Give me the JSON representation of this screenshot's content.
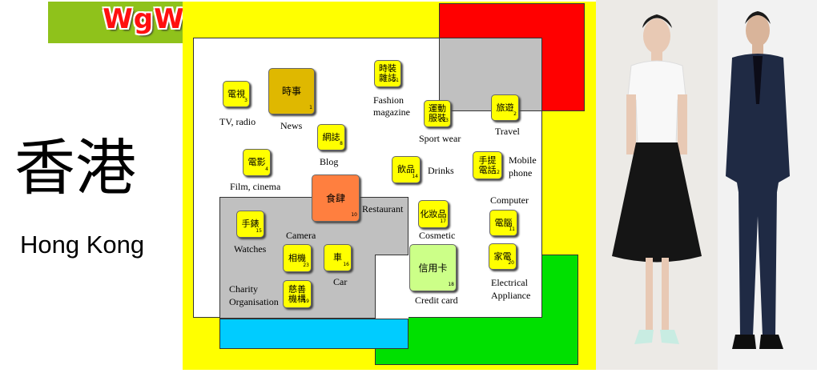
{
  "logo": {
    "text": "WgWgWg.com"
  },
  "city": {
    "chinese": "香港",
    "english": "Hong Kong"
  },
  "colors": {
    "yellow": "#ffff00",
    "red": "#ff0000",
    "green": "#00e000",
    "blue": "#00ccff",
    "gray": "#c0c0c0",
    "news_tile": "#dfb800",
    "restaurant_tile": "#ff7f3f",
    "credit_tile": "#ccff88"
  },
  "tiles": {
    "tv": {
      "zh": "電視",
      "num": "3",
      "label": "TV, radio"
    },
    "news": {
      "zh": "時事",
      "num": "1",
      "label": "News"
    },
    "fashion": {
      "zh": "時裝雜誌",
      "num": "21",
      "label_1": "Fashion",
      "label_2": "magazine"
    },
    "sport": {
      "zh": "運動服裝",
      "num": "13",
      "label": "Sport wear"
    },
    "travel": {
      "zh": "旅遊",
      "num": "2",
      "label": "Travel"
    },
    "blog": {
      "zh": "網誌",
      "num": "8",
      "label": "Blog"
    },
    "film": {
      "zh": "電影",
      "num": "4",
      "label": "Film, cinema"
    },
    "drinks": {
      "zh": "飲品",
      "num": "14",
      "label": "Drinks"
    },
    "mobile": {
      "zh": "手提電話",
      "num": "12",
      "label_1": "Mobile",
      "label_2": "phone"
    },
    "restaurant": {
      "zh": "食肆",
      "num": "10",
      "label": "Restaurant"
    },
    "watches": {
      "zh": "手錶",
      "num": "15",
      "label": "Watches"
    },
    "camera": {
      "zh": "相機",
      "num": "23",
      "label": "Camera"
    },
    "car": {
      "zh": "車",
      "num": "16",
      "label": "Car"
    },
    "cosmetic": {
      "zh": "化妝品",
      "num": "17",
      "label": "Cosmetic"
    },
    "computer": {
      "zh": "電腦",
      "num": "11",
      "label": "Computer"
    },
    "appliance": {
      "zh": "家電",
      "num": "20",
      "label_1": "Electrical",
      "label_2": "Appliance"
    },
    "charity": {
      "zh": "慈善機構",
      "num": "19",
      "label_1": "Charity",
      "label_2": "Organisation"
    },
    "credit": {
      "zh": "信用卡",
      "num": "18",
      "label": "Credit card"
    }
  }
}
